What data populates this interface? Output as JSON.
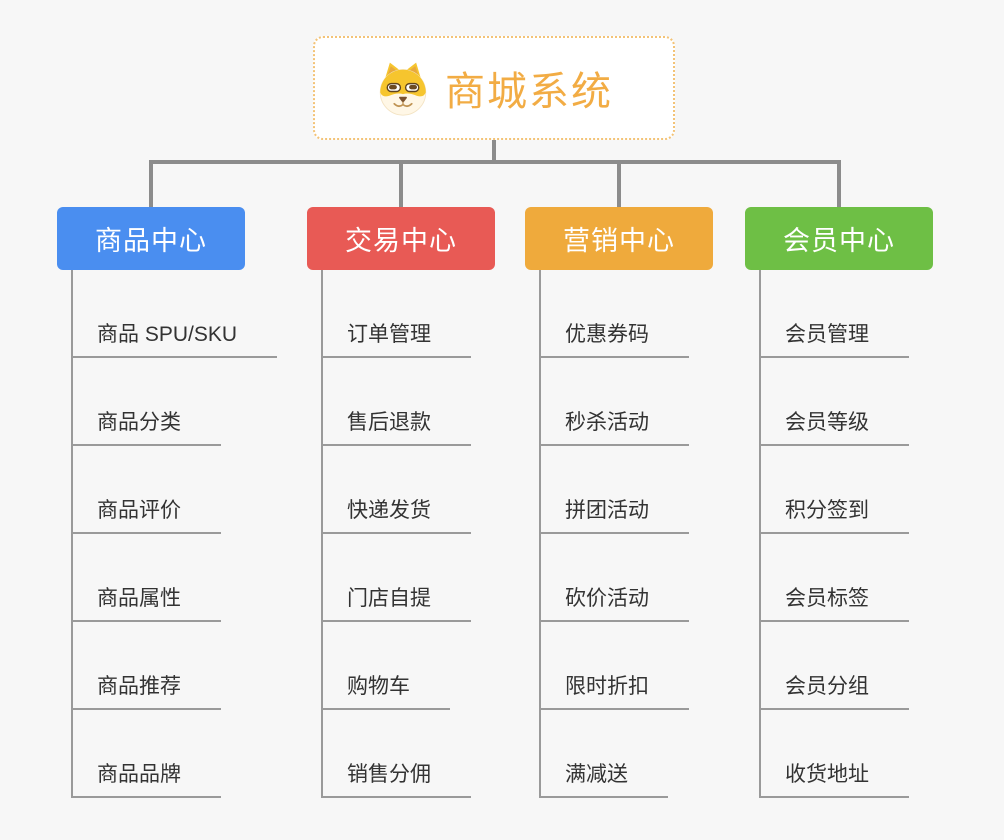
{
  "root": {
    "label": "商城系统",
    "icon": "dog-face-icon"
  },
  "branches": [
    {
      "label": "商品中心",
      "color": "#4a8ef0",
      "children": [
        "商品 SPU/SKU",
        "商品分类",
        "商品评价",
        "商品属性",
        "商品推荐",
        "商品品牌"
      ]
    },
    {
      "label": "交易中心",
      "color": "#e85a55",
      "children": [
        "订单管理",
        "售后退款",
        "快递发货",
        "门店自提",
        "购物车",
        "销售分佣"
      ]
    },
    {
      "label": "营销中心",
      "color": "#efaa3c",
      "children": [
        "优惠券码",
        "秒杀活动",
        "拼团活动",
        "砍价活动",
        "限时折扣",
        "满减送"
      ]
    },
    {
      "label": "会员中心",
      "color": "#6ebf45",
      "children": [
        "会员管理",
        "会员等级",
        "积分签到",
        "会员标签",
        "会员分组",
        "收货地址"
      ]
    }
  ],
  "colors": {
    "canvas_bg": "#f7f7f7",
    "connector": "#8c8c8c",
    "item_line": "#9a9a9a",
    "root_border": "#f3c377",
    "root_text": "#f2ac44",
    "child_text": "#333333"
  }
}
